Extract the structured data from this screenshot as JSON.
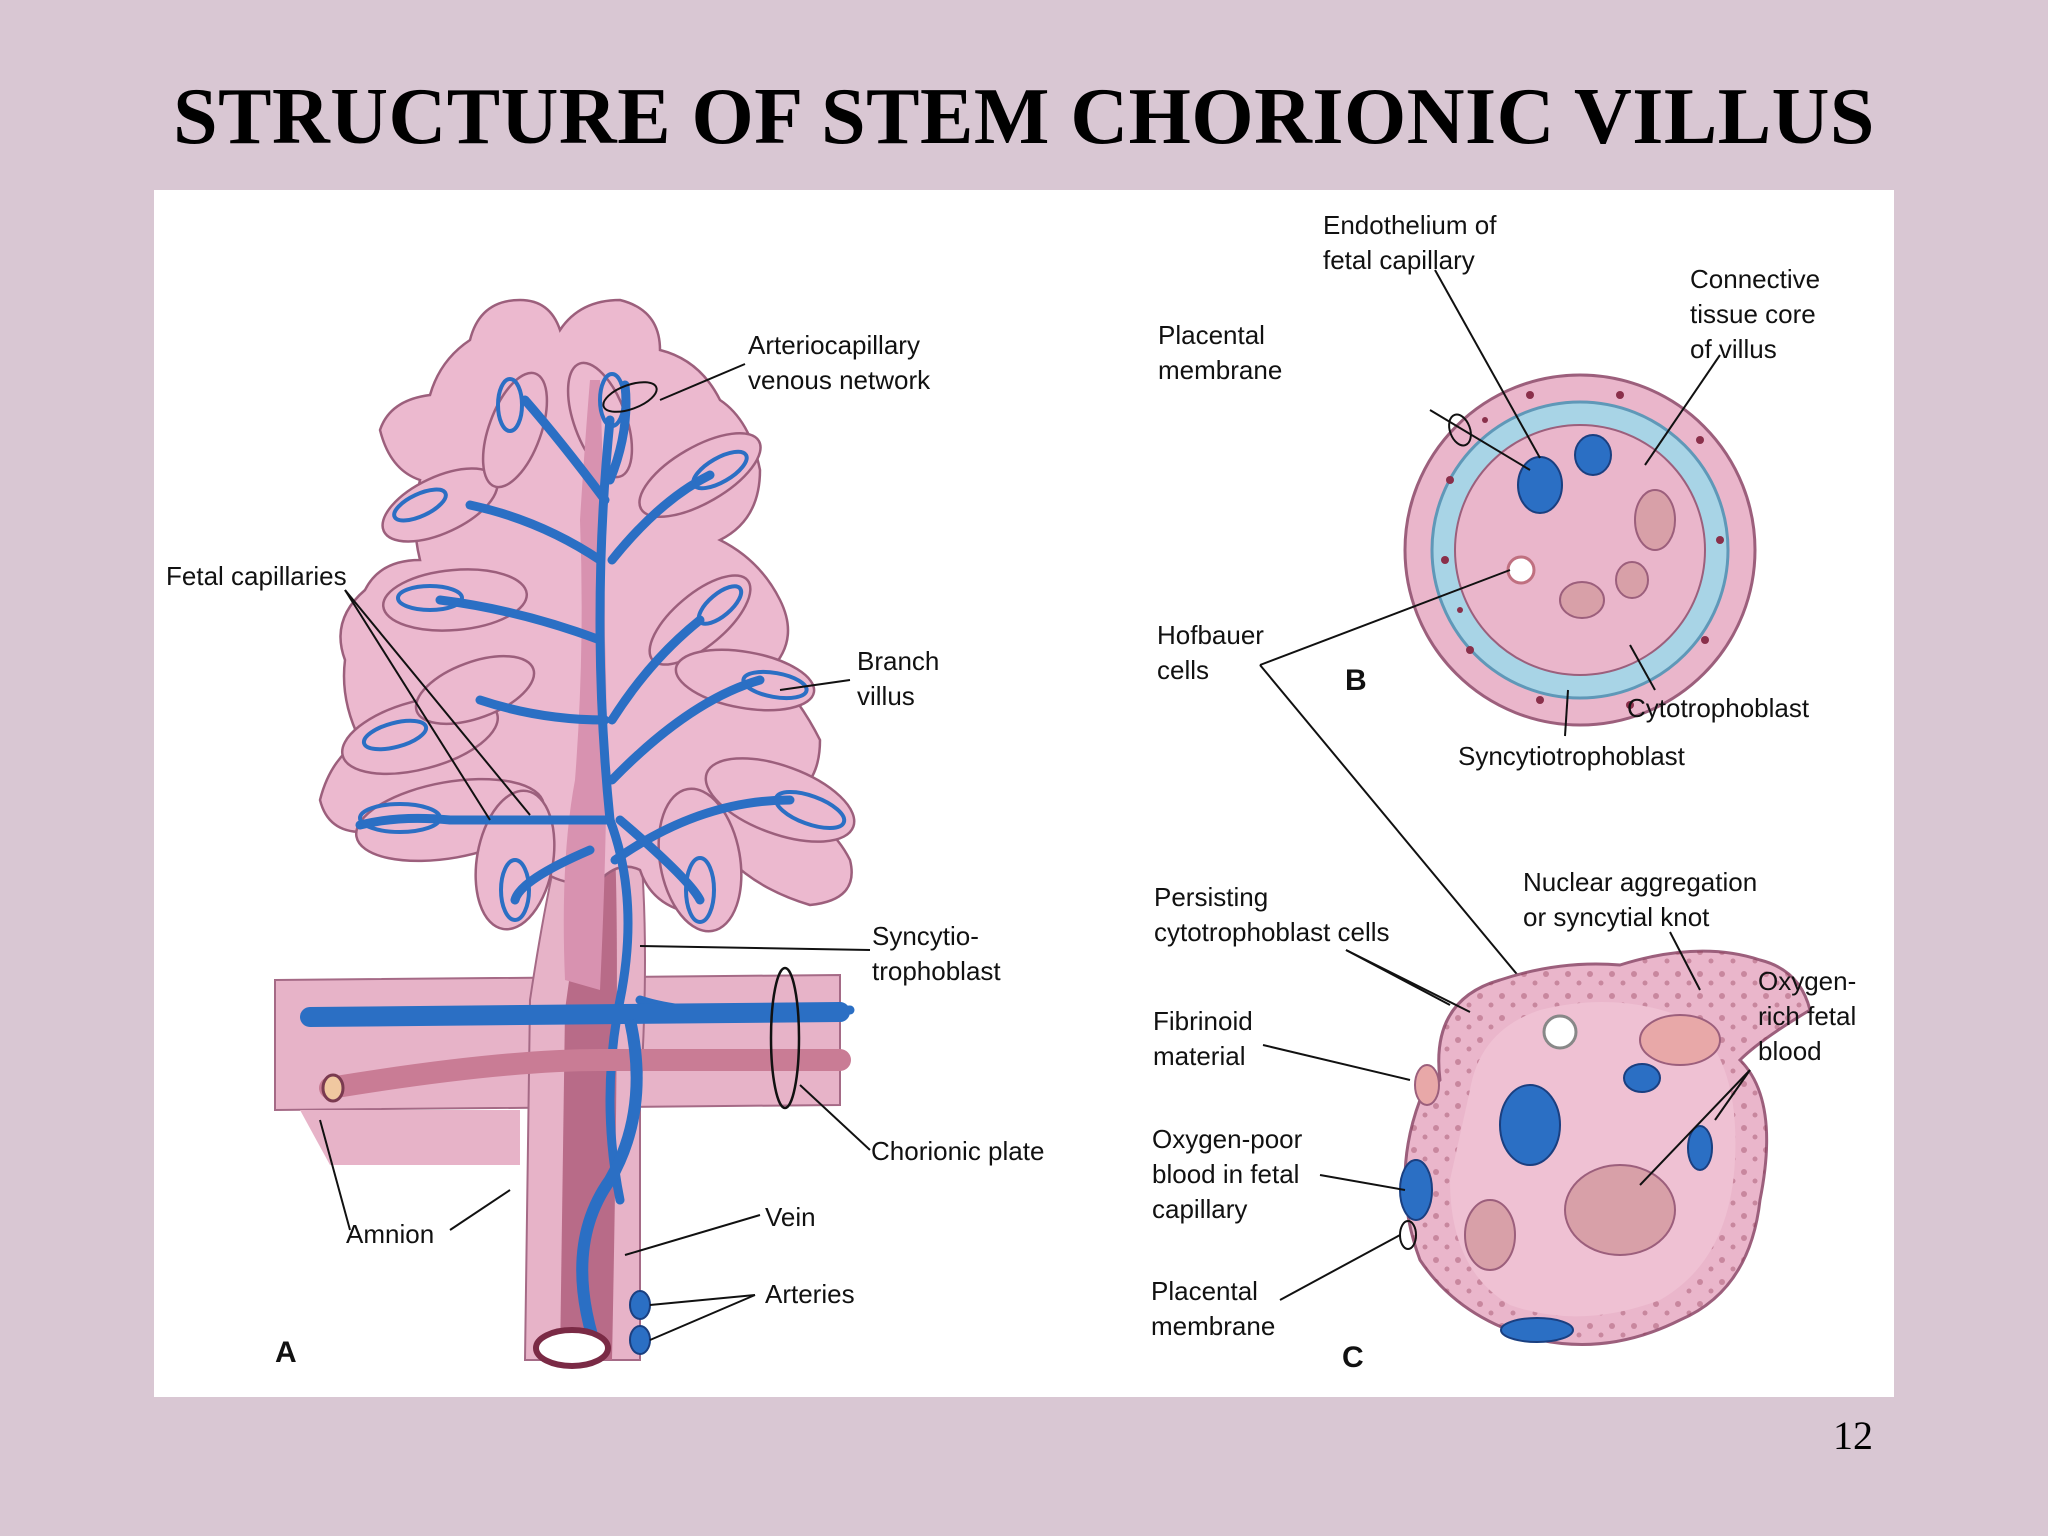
{
  "slide": {
    "title": "STRUCTURE OF STEM CHORIONIC VILLUS",
    "page_number": "12"
  },
  "panel_a": {
    "letter": "A",
    "labels": {
      "arteriocapillary_1": "Arteriocapillary",
      "arteriocapillary_2": "venous network",
      "fetal_capillaries": "Fetal capillaries",
      "branch_villus_1": "Branch",
      "branch_villus_2": "villus",
      "syncytio_1": "Syncytio-",
      "syncytio_2": "trophoblast",
      "chorionic_plate": "Chorionic plate",
      "amnion": "Amnion",
      "vein": "Vein",
      "arteries": "Arteries"
    }
  },
  "panel_b": {
    "letter": "B",
    "labels": {
      "endothelium_1": "Endothelium of",
      "endothelium_2": "fetal capillary",
      "connective_1": "Connective",
      "connective_2": "tissue core",
      "connective_3": "of villus",
      "placental_membrane_1": "Placental",
      "placental_membrane_2": "membrane",
      "hofbauer_1": "Hofbauer",
      "hofbauer_2": "cells",
      "cytotrophoblast": "Cytotrophoblast",
      "syncytiotrophoblast": "Syncytiotrophoblast"
    }
  },
  "panel_c": {
    "letter": "C",
    "labels": {
      "persisting_1": "Persisting",
      "persisting_2": "cytotrophoblast cells",
      "nuclear_1": "Nuclear aggregation",
      "nuclear_2": "or syncytial knot",
      "oxygen_rich_1": "Oxygen-",
      "oxygen_rich_2": "rich fetal",
      "oxygen_rich_3": "blood",
      "fibrinoid_1": "Fibrinoid",
      "fibrinoid_2": "material",
      "oxygen_poor_1": "Oxygen-poor",
      "oxygen_poor_2": "blood in fetal",
      "oxygen_poor_3": "capillary",
      "placental_membrane_1": "Placental",
      "placental_membrane_2": "membrane"
    }
  },
  "colors": {
    "background": "#d9c7d3",
    "villus_pink": "#e8b6cc",
    "vessel_blue": "#2b6fc4",
    "artery_red": "#c97c95",
    "trophoblast_light_blue": "#a8d4e6"
  }
}
